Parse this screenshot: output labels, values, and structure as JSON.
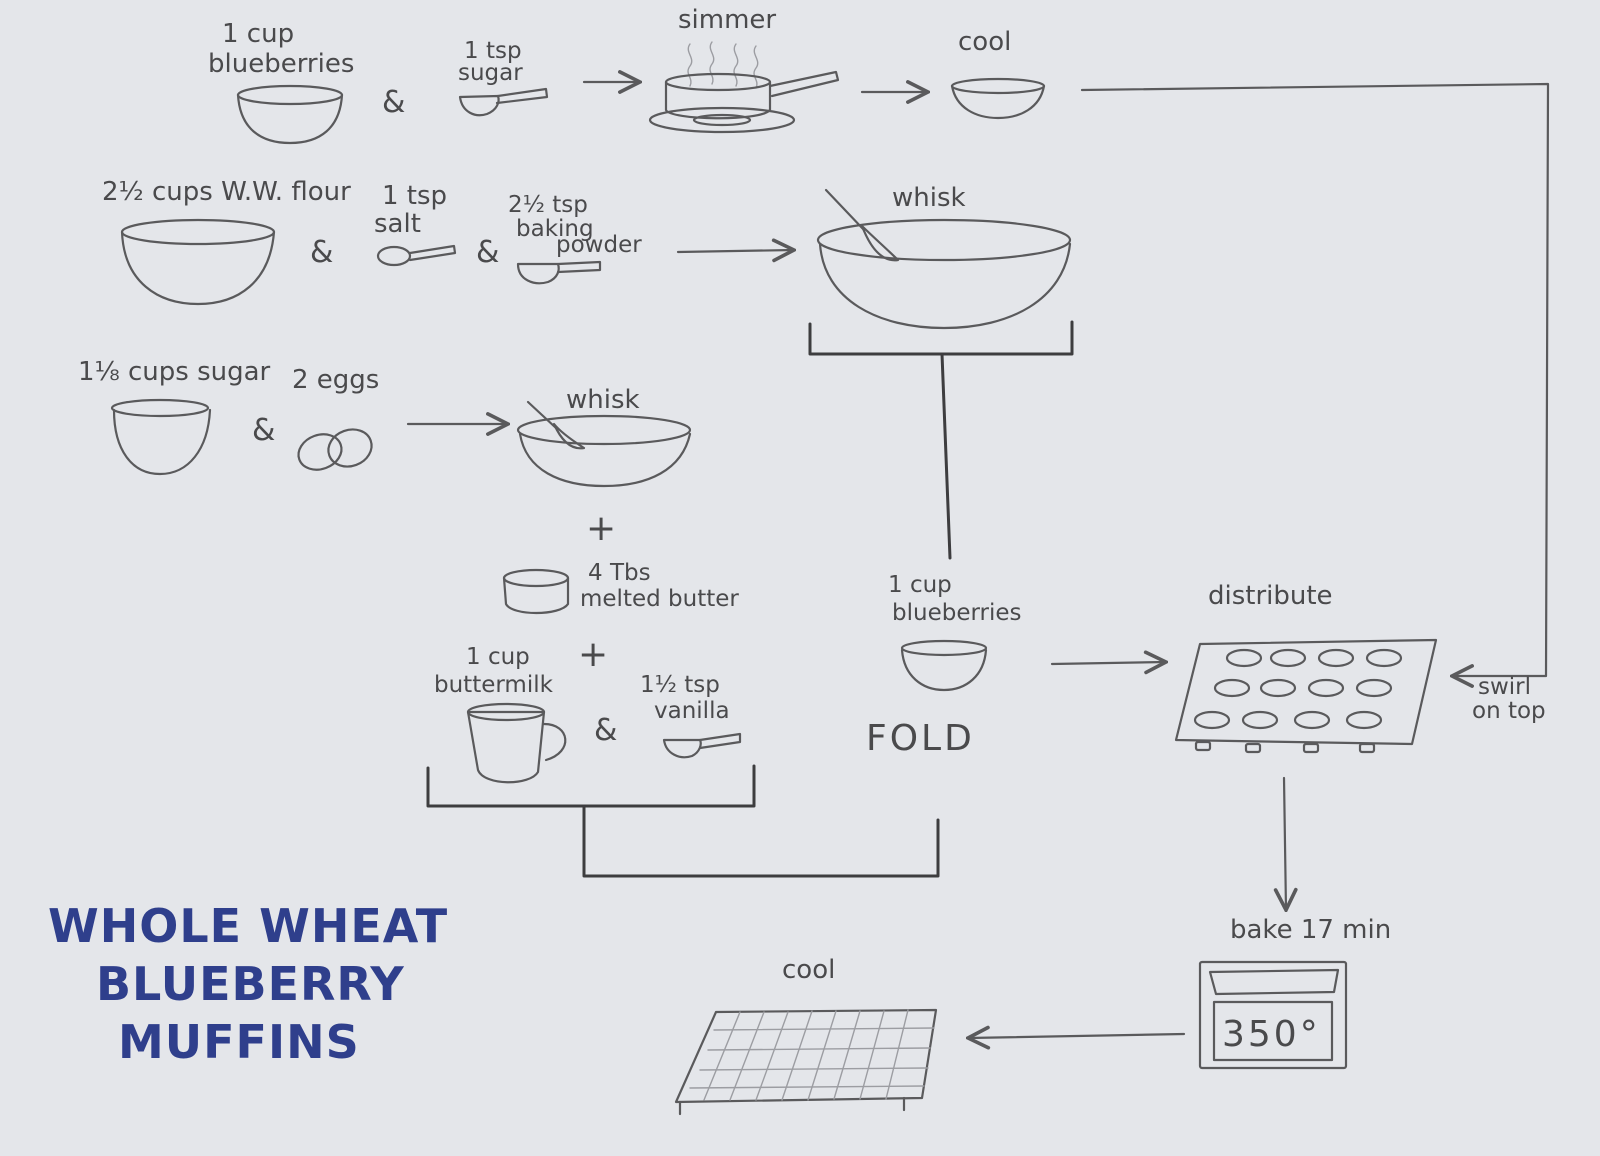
{
  "title": {
    "line1": "WHOLE WHEAT",
    "line2": "BLUEBERRY",
    "line3": "MUFFINS"
  },
  "row1": {
    "blueberries": [
      "1 cup",
      "blueberries"
    ],
    "sugar": [
      "1 tsp",
      "sugar"
    ],
    "simmer": "simmer",
    "cool": "cool"
  },
  "row2": {
    "flour": "2½ cups W.W. flour",
    "salt": [
      "1 tsp",
      "salt"
    ],
    "baking_powder": [
      "2½ tsp",
      "baking",
      "powder"
    ],
    "whisk": "whisk"
  },
  "row3": {
    "sugar": "1⅛ cups sugar",
    "eggs": "2 eggs",
    "whisk": "whisk"
  },
  "wet": {
    "plus": "+",
    "butter": [
      "4 Tbs",
      "melted butter"
    ],
    "buttermilk": [
      "1 cup",
      "buttermilk"
    ],
    "vanilla": [
      "1½ tsp",
      "vanilla"
    ]
  },
  "fold": {
    "blueberries": [
      "1 cup",
      "blueberries"
    ],
    "fold": "FOLD"
  },
  "distribute": "distribute",
  "swirl": [
    "swirl",
    "on top"
  ],
  "bake": "bake 17 min",
  "oven_temp": "350°",
  "final_cool": "cool",
  "ampersand": "&"
}
